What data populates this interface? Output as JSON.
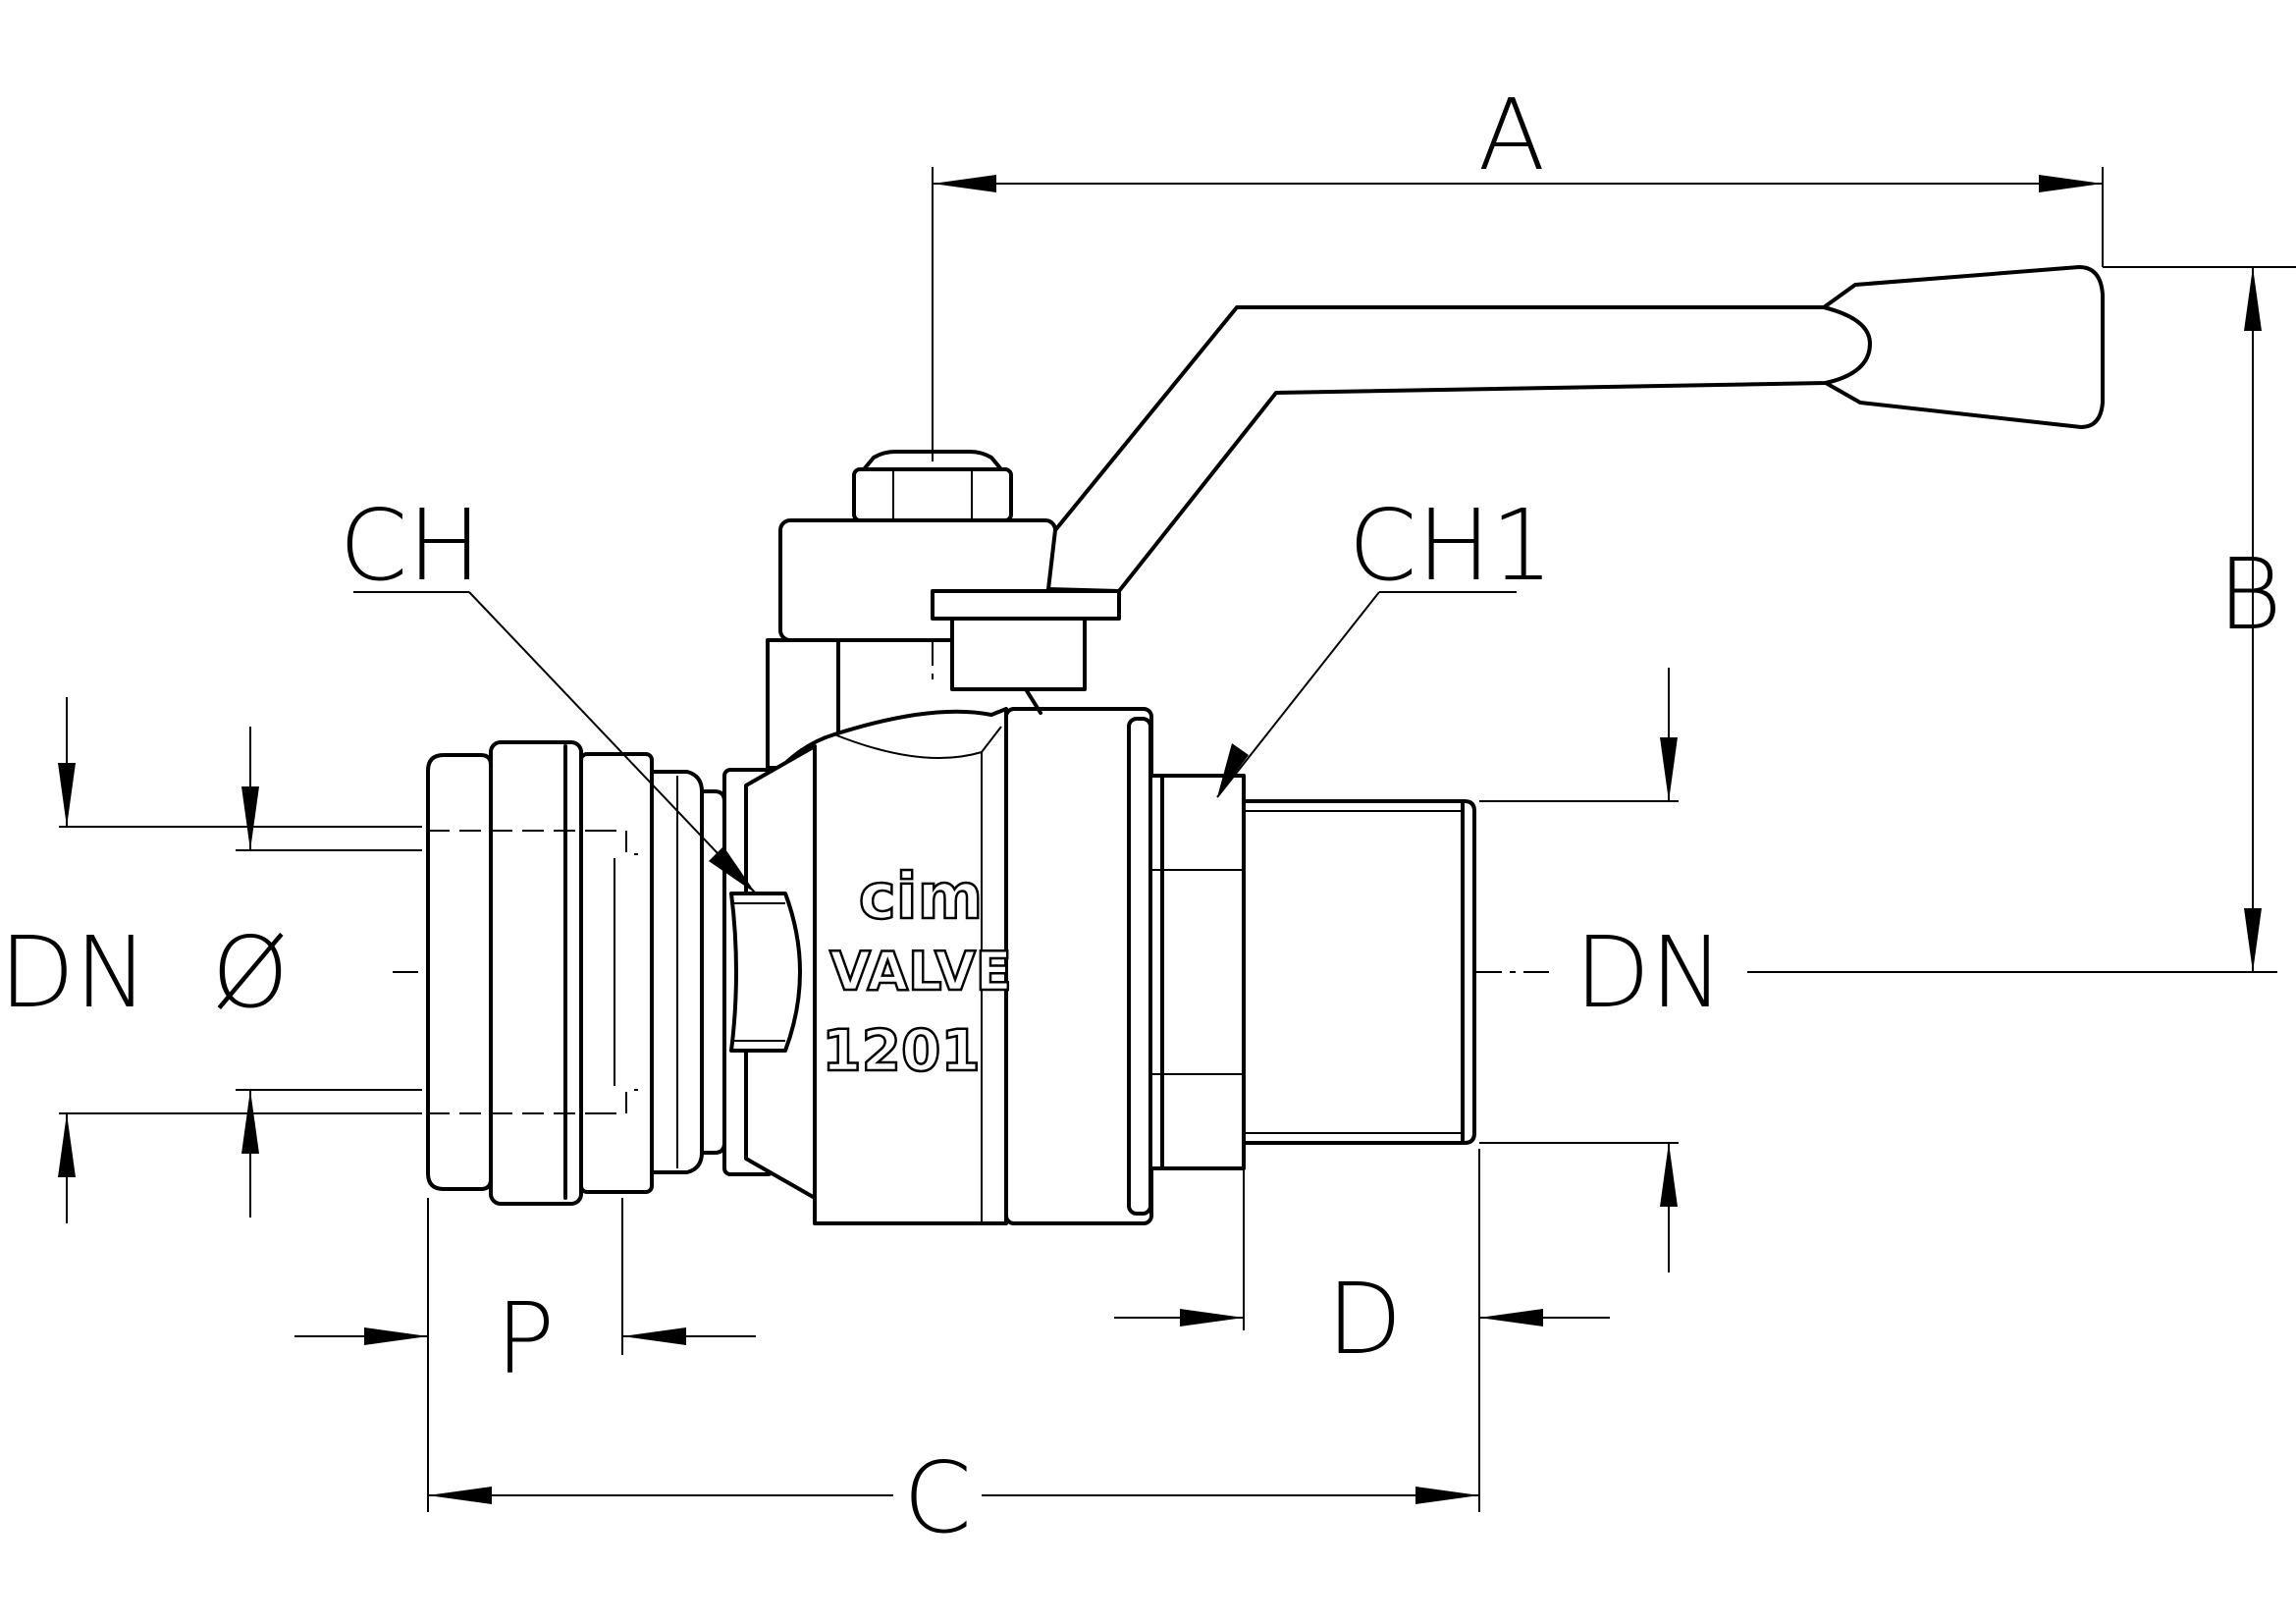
{
  "labels": {
    "A": "A",
    "B": "B",
    "C": "C",
    "D": "D",
    "P": "P",
    "CH": "CH",
    "CH1": "CH1",
    "DN_left": "DN",
    "DN_right": "DN",
    "phi": "Ø"
  },
  "marking": {
    "brand": "cim",
    "line2": "VALVE",
    "line3": "1201"
  },
  "colors": {
    "line": "#000000",
    "background": "#ffffff"
  }
}
